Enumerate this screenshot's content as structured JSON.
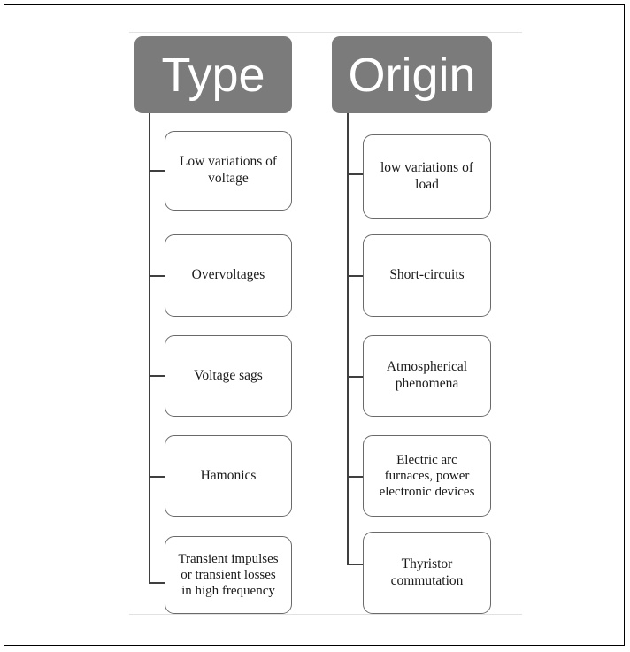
{
  "diagram": {
    "title_columns": [
      "Type",
      "Origin"
    ],
    "columns": [
      {
        "key": "type",
        "header": "Type",
        "items": [
          "Low variations of\nvoltage",
          "Overvoltages",
          "Voltage sags",
          "Hamonics",
          "Transient impulses\nor transient losses\nin high frequency"
        ]
      },
      {
        "key": "origin",
        "header": "Origin",
        "items": [
          "low variations of\nload",
          "Short-circuits",
          "Atmospherical\nphenomena",
          "Electric arc\nfurnaces, power\nelectronic devices",
          "Thyristor\ncommutation"
        ]
      }
    ],
    "colors": {
      "header_fill": "#7b7b7b",
      "header_text": "#ffffff",
      "node_border": "#6a6a6a",
      "node_fill": "#ffffff",
      "node_text": "#1a1a1a",
      "connector": "#3f3f3f",
      "frame": "#000000",
      "faint_rule": "#e2e2e2"
    }
  }
}
